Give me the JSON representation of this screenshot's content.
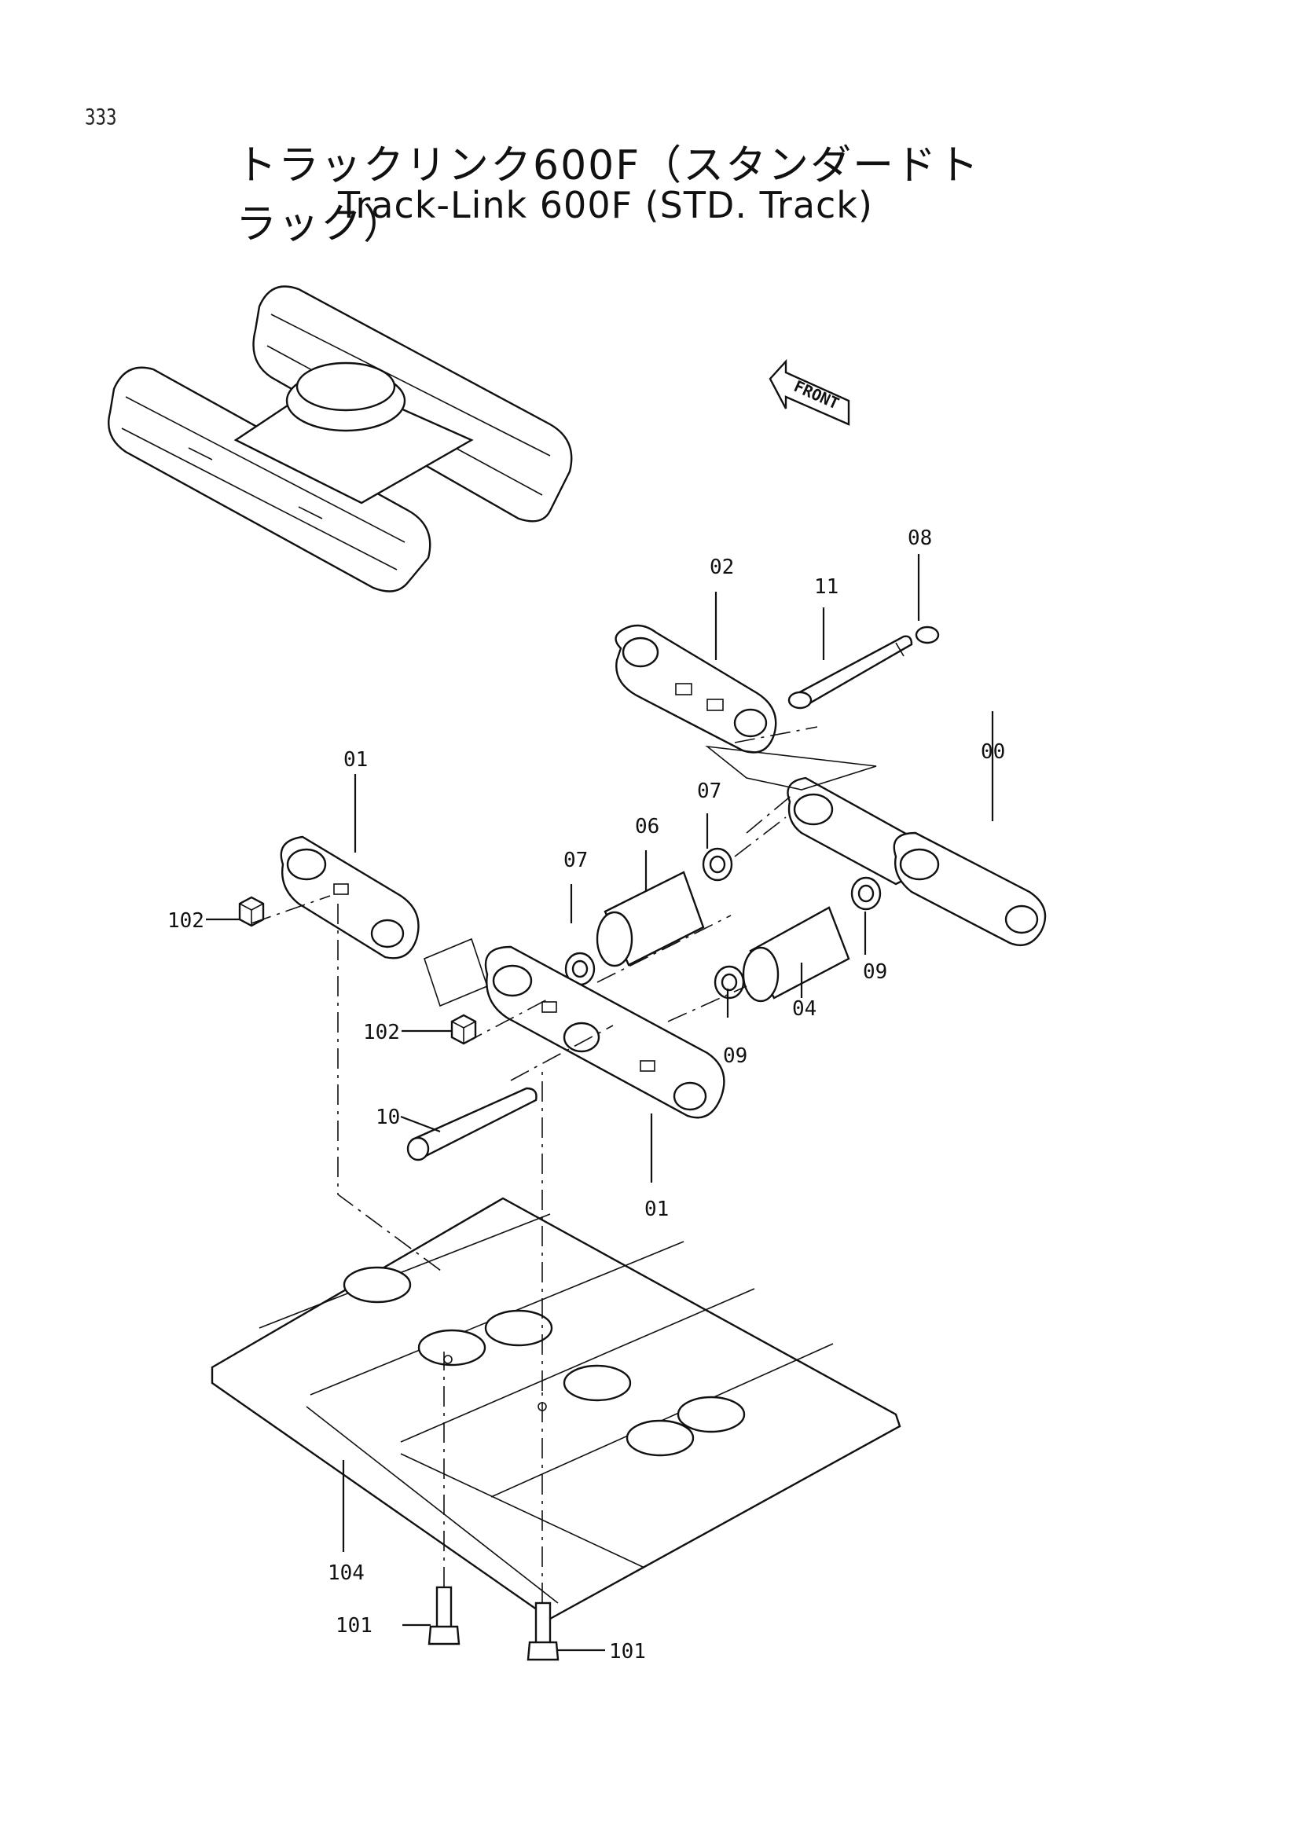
{
  "page_number": "333",
  "title_jp": "トラックリンク600F（スタンダードトラック）",
  "title_en": "Track-Link 600F (STD. Track)",
  "front_label": "FRONT",
  "callouts": {
    "c00": "00",
    "c01_top": "01",
    "c01_bottom": "01",
    "c02": "02",
    "c04": "04",
    "c06": "06",
    "c07_left": "07",
    "c07_right": "07",
    "c08": "08",
    "c09_left": "09",
    "c09_right": "09",
    "c10": "10",
    "c11": "11",
    "c101_left": "101",
    "c101_right": "101",
    "c102_top": "102",
    "c102_bottom": "102",
    "c104": "104"
  }
}
